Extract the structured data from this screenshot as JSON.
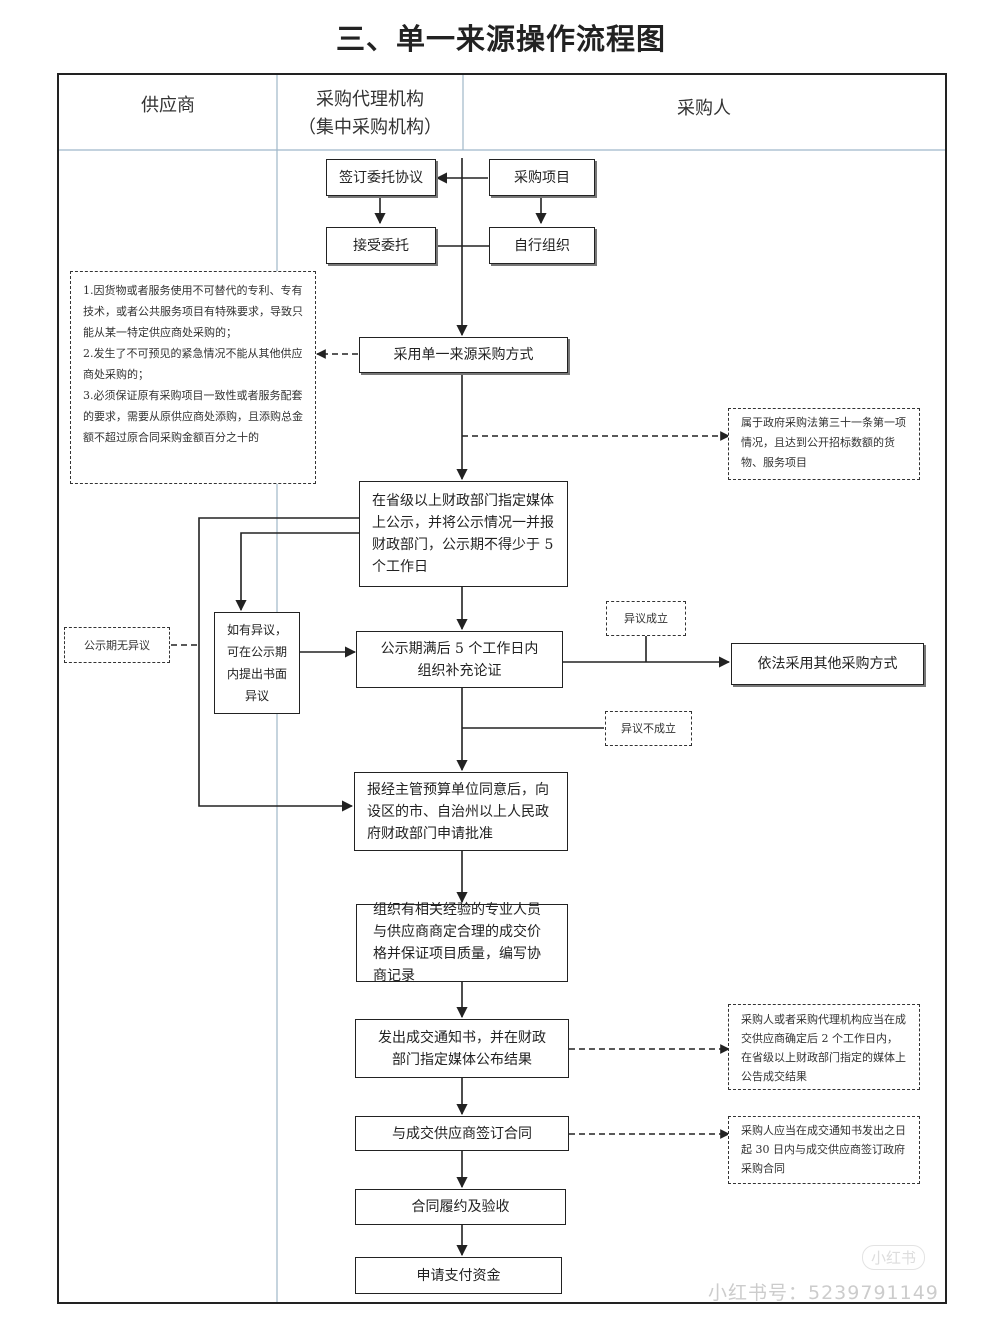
{
  "title": "三、单一来源操作流程图",
  "lanes": {
    "supplier": "供应商",
    "agency_line1": "采购代理机构",
    "agency_line2": "（集中采购机构）",
    "purchaser": "采购人"
  },
  "boxes": {
    "sign_agreement": "签订委托协议",
    "purchase_project": "采购项目",
    "accept_commission": "接受委托",
    "self_organize": "自行组织",
    "adopt_single_source": "采用单一来源采购方式",
    "publicize": "在省级以上财政部门指定媒体上公示，并将公示情况一并报财政部门，公示期不得少于 5 个工作日",
    "objection_written": "如有异议，可在公示期内提出书面异议",
    "supplementary_review": "公示期满后 5 个工作日内组织补充论证",
    "other_methods": "依法采用其他采购方式",
    "apply_approval": "报经主管预算单位同意后，向设区的市、自治州以上人民政府财政部门申请批准",
    "negotiate": "组织有相关经验的专业人员与供应商商定合理的成交价格并保证项目质量，编写协商记录",
    "issue_notice": "发出成交通知书，并在财政部门指定媒体公布结果",
    "sign_contract": "与成交供应商签订合同",
    "acceptance": "合同履约及验收",
    "apply_payment": "申请支付资金"
  },
  "notes": {
    "conditions": [
      "1.因货物或者服务使用不可替代的专利、专有技术，或者公共服务项目有特殊要求，导致只能从某一特定供应商处采购的；",
      "2.发生了不可预见的紧急情况不能从其他供应商处采购的；",
      "3.必须保证原有采购项目一致性或者服务配套的要求，需要从原供应商处添购，且添购总金额不超过原合同采购金额百分之十的"
    ],
    "law_condition": "属于政府采购法第三十一条第一项情况，且达到公开招标数额的货物、服务项目",
    "no_objection": "公示期无异议",
    "objection_upheld": "异议成立",
    "objection_rejected": "异议不成立",
    "announce_result": "采购人或者采购代理机构应当在成交供应商确定后 2 个工作日内，在省级以上财政部门指定的媒体上公告成交结果",
    "contract_deadline": "采购人应当在成交通知书发出之日起 30 日内与成交供应商签订政府采购合同"
  },
  "watermark": {
    "id_text": "小红书号：5239791149",
    "logo": "小红书"
  },
  "colors": {
    "line": "#222222",
    "lane_divider": "#9fb7c9"
  }
}
